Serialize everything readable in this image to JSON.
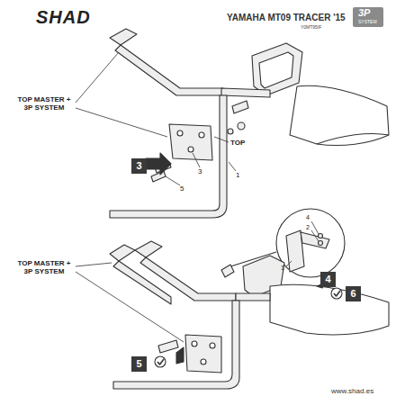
{
  "diagram": {
    "title": "YAMAHA MT09 TRACER '15",
    "nodes": [
      {
        "text": [
          "3"
        ]
      },
      {
        "text": [
          "4"
        ]
      },
      {
        "text": [
          "6"
        ]
      },
      {
        "text": [
          "5"
        ]
      }
    ],
    "labels": [
      "SHAD",
      "Y0MT95IF",
      "3P",
      "SYSTEM",
      "TOP MASTER + 3P SYSTEM",
      "TOP",
      "3",
      "5",
      "1",
      "4",
      "2",
      "1",
      "TOP MASTER + 3P SYSTEM",
      "www.shad.es"
    ]
  }
}
